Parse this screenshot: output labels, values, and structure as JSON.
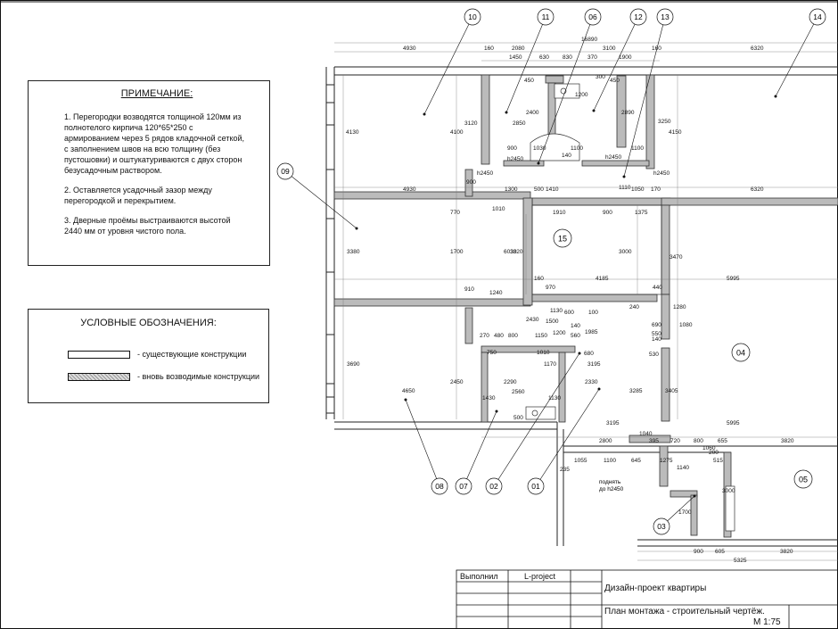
{
  "note": {
    "title": "ПРИМЕЧАНИЕ:",
    "items": [
      "1. Перегородки возводятся толщиной 120мм из полнотелого кирпича 120*65*250 с армированием через 5 рядов кладочной сеткой, с заполнением швов на всю толщину (без пустошовки) и оштукатуриваются с двух сторон безусадочным раствором.",
      "2. Оставляется усадочный зазор между перегородкой и перекрытием.",
      "3. Дверные проёмы выстраиваются высотой 2440 мм от уровня чистого пола."
    ]
  },
  "legend": {
    "title": "УСЛОВНЫЕ ОБОЗНАЧЕНИЯ:",
    "existing": "- существующие конструкции",
    "new": "- вновь возводимые конструкции"
  },
  "title_block": {
    "performed_label": "Выполнил",
    "performer": "L-project",
    "project": "Дизайн-проект квартиры",
    "sheet": "План монтажа - строительный чертёж.",
    "scale": "М 1:75"
  },
  "plan": {
    "room_tags": [
      {
        "label": "15"
      },
      {
        "label": "04"
      },
      {
        "label": "05"
      }
    ],
    "callouts": [
      "10",
      "11",
      "06",
      "12",
      "13",
      "14",
      "09",
      "08",
      "07",
      "02",
      "01",
      "03"
    ],
    "dimensions": [
      "16890",
      "4930",
      "160",
      "2080",
      "3100",
      "160",
      "6320",
      "1450",
      "630",
      "830",
      "370",
      "1900",
      "450",
      "1200",
      "300",
      "450",
      "3120",
      "2850",
      "2400",
      "4100",
      "4130",
      "2890",
      "3250",
      "4150",
      "900",
      "1030",
      "1100",
      "1100",
      "140",
      "h2450",
      "h2450",
      "h2450",
      "h2450",
      "1110",
      "900",
      "1300",
      "500",
      "1410",
      "1050",
      "170",
      "4930",
      "6320",
      "1910",
      "900",
      "1375",
      "1010",
      "770",
      "1700",
      "3380",
      "6030",
      "3320",
      "3000",
      "3470",
      "160",
      "970",
      "4185",
      "440",
      "5995",
      "1240",
      "1130",
      "600",
      "100",
      "910",
      "2430",
      "1500",
      "1200",
      "140",
      "240",
      "690",
      "1985",
      "550",
      "1280",
      "1080",
      "140",
      "270",
      "480",
      "800",
      "1150",
      "560",
      "680",
      "530",
      "750",
      "1010",
      "1170",
      "3195",
      "3285",
      "2290",
      "2450",
      "3690",
      "4650",
      "1430",
      "2560",
      "1130",
      "2330",
      "3405",
      "500",
      "3195",
      "5995",
      "3820",
      "1040",
      "395",
      "720",
      "800",
      "655",
      "2800",
      "1055",
      "1100",
      "645",
      "1275",
      "515",
      "1140",
      "1700",
      "3000",
      "900",
      "605",
      "3820",
      "5325",
      "235",
      "1060",
      "200"
    ],
    "note_raise": "поднять",
    "note_raise_h": "до h2450"
  }
}
